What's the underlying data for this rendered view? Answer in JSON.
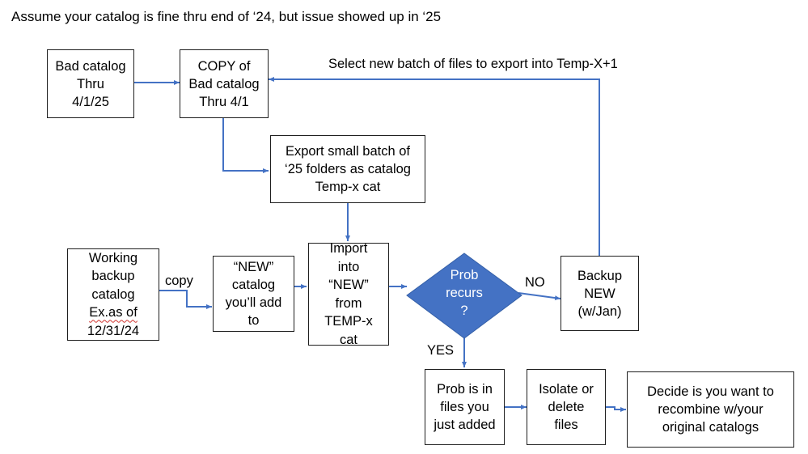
{
  "heading": "Assume your catalog is fine thru end of ‘24, but issue showed up in ‘25",
  "boxes": {
    "bad_catalog": [
      "Bad catalog",
      "Thru",
      "4/1/25"
    ],
    "copy_bad": [
      "COPY of",
      "Bad catalog",
      "Thru 4/1"
    ],
    "export_batch": [
      "Export small batch of",
      "‘25 folders as catalog",
      "Temp-x cat"
    ],
    "working_backup": [
      "Working",
      "backup",
      "catalog",
      "Ex.as of",
      "12/31/24"
    ],
    "new_catalog": [
      "“NEW”",
      "catalog",
      "you’ll add",
      "to"
    ],
    "import_into": [
      "Import",
      "into",
      "“NEW”",
      "from",
      "TEMP-x",
      "cat"
    ],
    "backup_new": [
      "Backup",
      "NEW",
      "(w/Jan)"
    ],
    "prob_in_files": [
      "Prob is in",
      "files you",
      "just added"
    ],
    "isolate_delete": [
      "Isolate or",
      "delete",
      "files"
    ],
    "decide": [
      "Decide is you want to",
      "recombine w/your",
      "original catalogs"
    ]
  },
  "decision": [
    "Prob",
    "recurs",
    "?"
  ],
  "labels": {
    "loop": "Select new batch of files to export into Temp-X+1",
    "copy": "copy",
    "no": "NO",
    "yes": "YES"
  },
  "colors": {
    "arrow": "#4472c4",
    "diamond": "#4472c4",
    "box_border": "#1f1f1f"
  }
}
